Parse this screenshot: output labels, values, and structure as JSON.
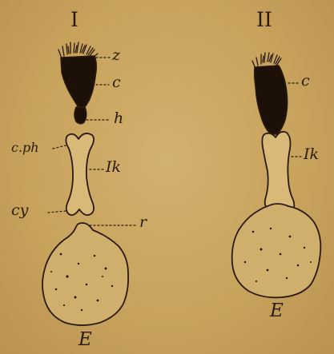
{
  "figures": {
    "left": {
      "numeral": "I",
      "labels": {
        "z": "z",
        "c": "c",
        "h": "h",
        "cph": "c.ph",
        "ik": "Ik",
        "cy": "cy",
        "r": "r",
        "e": "E"
      }
    },
    "right": {
      "numeral": "II",
      "labels": {
        "c": "c",
        "ik": "Ik",
        "e": "E"
      }
    }
  },
  "colors": {
    "background": "#c9a45f",
    "ink": "#2a1a0e",
    "pale_fill": "#d8b978"
  }
}
